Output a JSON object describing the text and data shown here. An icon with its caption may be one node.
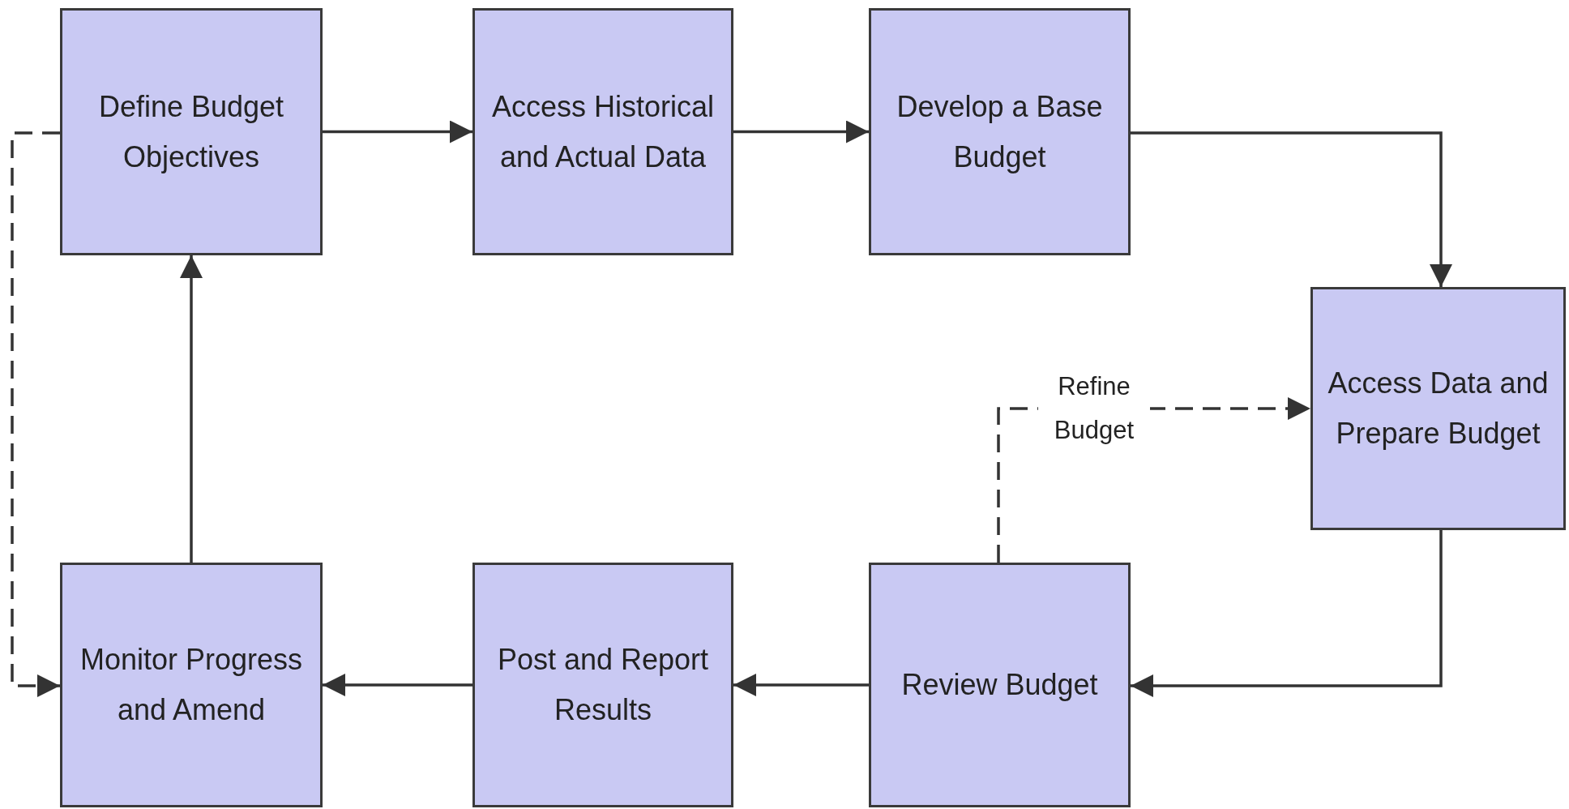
{
  "diagram": {
    "nodes": [
      {
        "text": [
          "Define Budget Objectives"
        ]
      },
      {
        "text": [
          "Access Historical and Actual Data"
        ]
      },
      {
        "text": [
          "Develop a Base Budget"
        ]
      },
      {
        "text": [
          "Access Data and Prepare Budget"
        ]
      },
      {
        "text": [
          "Review Budget"
        ]
      },
      {
        "text": [
          "Post and Report Results"
        ]
      },
      {
        "text": [
          "Monitor Progress and Amend"
        ]
      }
    ],
    "edges": [
      {
        "from": 0,
        "to": 1,
        "arrow": "to"
      },
      {
        "from": 1,
        "to": 2,
        "arrow": "to"
      },
      {
        "from": 2,
        "to": 3,
        "arrow": "to"
      },
      {
        "from": 3,
        "to": 4,
        "arrow": "to"
      },
      {
        "from": 4,
        "to": 5,
        "arrow": "to"
      },
      {
        "from": 5,
        "to": 6,
        "arrow": "to"
      },
      {
        "from": 6,
        "to": 0,
        "arrow": "to"
      },
      {
        "from": 4,
        "to": 3,
        "arrow": "to",
        "label": "Refine Budget",
        "style": "dashed"
      },
      {
        "from": 0,
        "to": 6,
        "arrow": "to",
        "style": "dashed"
      }
    ]
  }
}
